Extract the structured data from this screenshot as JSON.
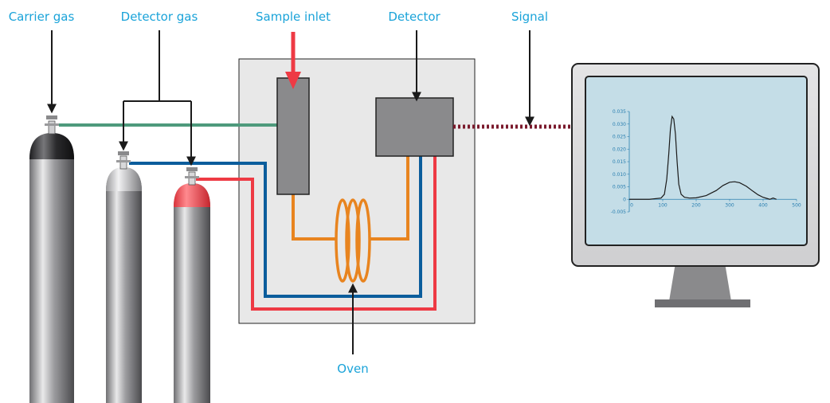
{
  "labels": {
    "carrier_gas": "Carrier gas",
    "detector_gas": "Detector gas",
    "sample_inlet": "Sample inlet",
    "detector": "Detector",
    "signal": "Signal",
    "oven": "Oven"
  },
  "colors": {
    "label_text": "#1aa3d9",
    "carrier_line": "#4e9a7c",
    "blue_line": "#0b5d9c",
    "red_line": "#ee3a44",
    "orange_line": "#e8841f",
    "signal_line": "#7a1a2c",
    "inlet_arrow": "#ee3a44",
    "oven_box": "#e8e8e8",
    "component_grey": "#8a8a8c",
    "screen": "#c4dde7"
  },
  "chart_data": {
    "type": "line",
    "x_ticks": [
      "0",
      "100",
      "200",
      "300",
      "400",
      "500"
    ],
    "y_ticks": [
      "0.035",
      "0.030",
      "0.025",
      "0.020",
      "0.015",
      "0.010",
      "0.005",
      "0",
      "-0.005"
    ],
    "xlim": [
      0,
      500
    ],
    "ylim": [
      -0.005,
      0.035
    ],
    "series": [
      {
        "x": [
          0,
          60,
          95,
          105,
          112,
          118,
          123,
          128,
          133,
          138,
          143,
          148,
          155,
          165,
          180,
          200,
          230,
          260,
          280,
          300,
          315,
          330,
          350,
          370,
          385,
          400,
          410,
          420,
          430,
          440
        ],
        "y": [
          0,
          0,
          0.0005,
          0.002,
          0.008,
          0.018,
          0.028,
          0.033,
          0.032,
          0.026,
          0.015,
          0.006,
          0.002,
          0.0008,
          0.0005,
          0.0006,
          0.0015,
          0.0035,
          0.0055,
          0.0068,
          0.007,
          0.0066,
          0.0052,
          0.0032,
          0.0018,
          0.0008,
          0.0004,
          0,
          0.0005,
          0
        ]
      }
    ]
  }
}
